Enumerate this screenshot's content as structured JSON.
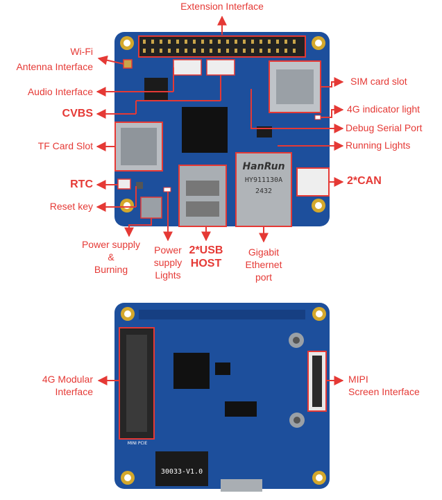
{
  "labels": {
    "extension_interface": "Extension Interface",
    "wifi_line1": "Wi-Fi",
    "wifi_line2": "Antenna Interface",
    "audio_interface": "Audio Interface",
    "cvbs": "CVBS",
    "tf_card_slot": "TF Card Slot",
    "rtc": "RTC",
    "reset_key": "Reset key",
    "power_supply_line1": "Power supply",
    "power_supply_line2": "&",
    "power_supply_line3": "Burning",
    "power_lights_line1": "Power",
    "power_lights_line2": "supply",
    "power_lights_line3": "Lights",
    "usb_line1": "2*USB",
    "usb_line2": "HOST",
    "ethernet_line1": "Gigabit",
    "ethernet_line2": "Ethernet",
    "ethernet_line3": "port",
    "sim_card_slot": "SIM card slot",
    "indicator_4g": "4G indicator light",
    "debug_serial": "Debug Serial Port",
    "running_lights": "Running Lights",
    "can": "2*CAN",
    "module_4g_line1": "4G Modular",
    "module_4g_line2": "Interface",
    "mipi_line1": "MIPI",
    "mipi_line2": "Screen Interface"
  },
  "board_text": {
    "hanrun": "HanRun",
    "hanrun_model": "HY911130A",
    "hanrun_code": "2432",
    "board_version": "30033-V1.0",
    "mini_pcie": "MINI PCIE"
  },
  "colors": {
    "annotation": "#e53935",
    "pcb": "#1d4f9c",
    "pcb_dark": "#163f82",
    "highlight_box": "#e53935"
  }
}
